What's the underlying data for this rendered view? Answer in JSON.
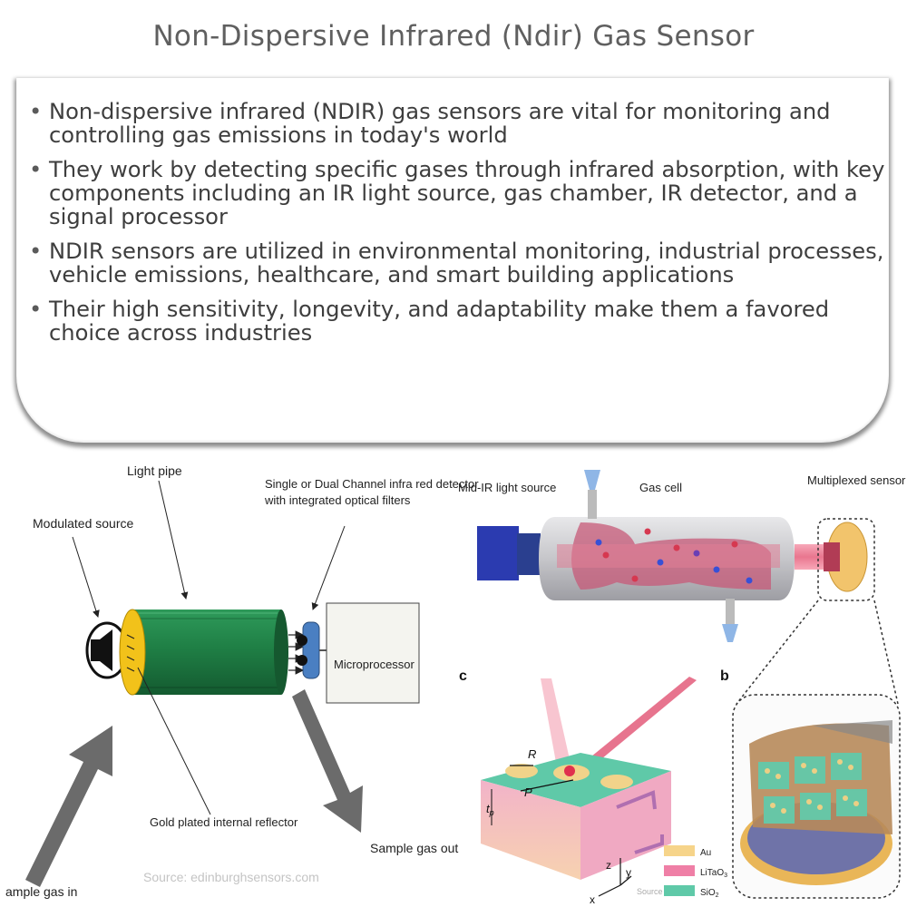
{
  "title": "Non-Dispersive Infrared (Ndir) Gas Sensor",
  "bullets": [
    "Non-dispersive infrared (NDIR) gas sensors are vital for monitoring and controlling gas emissions in today's world",
    "They work by detecting specific gases through infrared absorption, with key components including an IR light source, gas chamber, IR detector, and a signal processor",
    "NDIR sensors are utilized in environmental monitoring, industrial processes, vehicle emissions, healthcare, and smart building applications",
    "Their high sensitivity, longevity, and adaptability make them a favored choice across industries"
  ],
  "left_diagram": {
    "light_pipe": "Light pipe",
    "detector_line1": "Single or Dual Channel infra red detector",
    "detector_line2": "with integrated optical filters",
    "modulated_source": "Modulated source",
    "microprocessor": "Microprocessor",
    "reflector": "Gold plated internal reflector",
    "gas_out": "Sample gas out",
    "gas_in": "ample gas in",
    "source": "Source: edinburghsensors.com"
  },
  "right_diagram": {
    "mid_ir_source": "Mid-IR light source",
    "gas_cell": "Gas cell",
    "multiplexed_sensor": "Multiplexed sensor",
    "panel_c": "c",
    "panel_b": "b",
    "label_R": "R",
    "label_P": "P",
    "label_tp": "t",
    "label_tp_sub": "p",
    "axis_x": "x",
    "axis_y": "y",
    "axis_z": "z",
    "legend_au": "Au",
    "legend_litao": "LiTaO",
    "legend_litao_sub": "3",
    "legend_sio": "SiO",
    "legend_sio_sub": "2",
    "source_small": "Source"
  }
}
